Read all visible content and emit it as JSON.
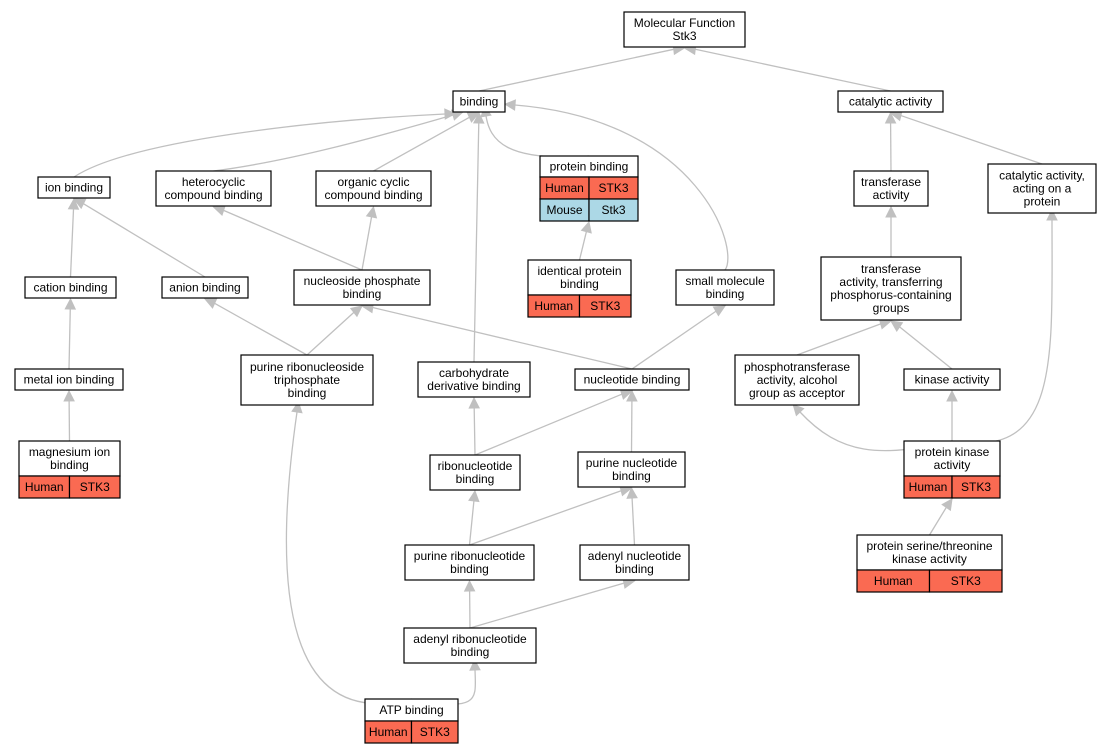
{
  "colors": {
    "human": "#fa6a52",
    "mouse": "#acd8e6",
    "edge": "#c0c0c0"
  },
  "nodes": {
    "root": {
      "lines": [
        "Molecular Function",
        "Stk3"
      ]
    },
    "binding": {
      "lines": [
        "binding"
      ]
    },
    "catalytic": {
      "lines": [
        "catalytic activity"
      ]
    },
    "ion": {
      "lines": [
        "ion binding"
      ]
    },
    "hetero": {
      "lines": [
        "heterocyclic",
        "compound binding"
      ]
    },
    "orgcyc": {
      "lines": [
        "organic cyclic",
        "compound binding"
      ]
    },
    "protein": {
      "lines": [
        "protein binding"
      ],
      "rows": [
        [
          "Human",
          "STK3"
        ],
        [
          "Mouse",
          "Stk3"
        ]
      ]
    },
    "transferase": {
      "lines": [
        "transferase",
        "activity"
      ]
    },
    "catprot": {
      "lines": [
        "catalytic activity,",
        "acting on a",
        "protein"
      ]
    },
    "cation": {
      "lines": [
        "cation binding"
      ]
    },
    "anion": {
      "lines": [
        "anion binding"
      ]
    },
    "nucphos": {
      "lines": [
        "nucleoside phosphate",
        "binding"
      ]
    },
    "identical": {
      "lines": [
        "identical protein",
        "binding"
      ],
      "rows": [
        [
          "Human",
          "STK3"
        ]
      ]
    },
    "smallmol": {
      "lines": [
        "small molecule",
        "binding"
      ]
    },
    "transfer_p": {
      "lines": [
        "transferase",
        "activity, transferring",
        "phosphorus-containing",
        "groups"
      ]
    },
    "metal": {
      "lines": [
        "metal ion binding"
      ]
    },
    "purribotri": {
      "lines": [
        "purine ribonucleoside",
        "triphosphate",
        "binding"
      ]
    },
    "carbo": {
      "lines": [
        "carbohydrate",
        "derivative binding"
      ]
    },
    "nucleotide": {
      "lines": [
        "nucleotide binding"
      ]
    },
    "phosphotrans": {
      "lines": [
        "phosphotransferase",
        "activity, alcohol",
        "group as acceptor"
      ]
    },
    "kinase": {
      "lines": [
        "kinase activity"
      ]
    },
    "magnesium": {
      "lines": [
        "magnesium ion",
        "binding"
      ],
      "rows": [
        [
          "Human",
          "STK3"
        ]
      ]
    },
    "ribonuc": {
      "lines": [
        "ribonucleotide",
        "binding"
      ]
    },
    "purnuc": {
      "lines": [
        "purine nucleotide",
        "binding"
      ]
    },
    "protkinase": {
      "lines": [
        "protein kinase",
        "activity"
      ],
      "rows": [
        [
          "Human",
          "STK3"
        ]
      ]
    },
    "purribonuc": {
      "lines": [
        "purine ribonucleotide",
        "binding"
      ]
    },
    "adenylnuc": {
      "lines": [
        "adenyl nucleotide",
        "binding"
      ]
    },
    "serthr": {
      "lines": [
        "protein serine/threonine",
        "kinase activity"
      ],
      "rows": [
        [
          "Human",
          "STK3"
        ]
      ]
    },
    "adenylribo": {
      "lines": [
        "adenyl ribonucleotide",
        "binding"
      ]
    },
    "atp": {
      "lines": [
        "ATP binding"
      ],
      "rows": [
        [
          "Human",
          "STK3"
        ]
      ]
    }
  },
  "edges": [
    [
      "binding",
      "root"
    ],
    [
      "catalytic",
      "root"
    ],
    [
      "ion",
      "binding"
    ],
    [
      "hetero",
      "binding"
    ],
    [
      "orgcyc",
      "binding"
    ],
    [
      "protein",
      "binding"
    ],
    [
      "carbo",
      "binding"
    ],
    [
      "smallmol",
      "binding"
    ],
    [
      "transferase",
      "catalytic"
    ],
    [
      "catprot",
      "catalytic"
    ],
    [
      "cation",
      "ion"
    ],
    [
      "anion",
      "ion"
    ],
    [
      "metal",
      "cation"
    ],
    [
      "magnesium",
      "metal"
    ],
    [
      "nucphos",
      "hetero"
    ],
    [
      "nucphos",
      "orgcyc"
    ],
    [
      "identical",
      "protein"
    ],
    [
      "transfer_p",
      "transferase"
    ],
    [
      "purribotri",
      "anion"
    ],
    [
      "purribotri",
      "nucphos"
    ],
    [
      "nucleotide",
      "nucphos"
    ],
    [
      "nucleotide",
      "smallmol"
    ],
    [
      "phosphotrans",
      "transfer_p"
    ],
    [
      "kinase",
      "transfer_p"
    ],
    [
      "ribonuc",
      "carbo"
    ],
    [
      "ribonuc",
      "nucleotide"
    ],
    [
      "purnuc",
      "nucleotide"
    ],
    [
      "purribonuc",
      "ribonuc"
    ],
    [
      "purribonuc",
      "purnuc"
    ],
    [
      "adenylnuc",
      "purnuc"
    ],
    [
      "adenylribo",
      "purribonuc"
    ],
    [
      "adenylribo",
      "adenylnuc"
    ],
    [
      "atp",
      "adenylribo"
    ],
    [
      "atp",
      "purribotri"
    ],
    [
      "protkinase",
      "phosphotrans"
    ],
    [
      "protkinase",
      "kinase"
    ],
    [
      "protkinase",
      "catprot"
    ],
    [
      "serthr",
      "protkinase"
    ]
  ]
}
